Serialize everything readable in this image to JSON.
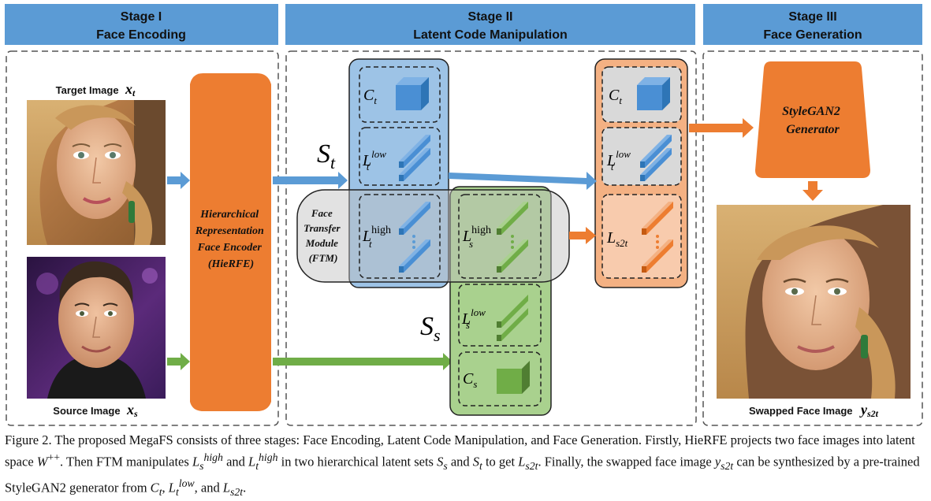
{
  "stages": [
    {
      "title": "Stage I",
      "subtitle": "Face Encoding"
    },
    {
      "title": "Stage II",
      "subtitle": "Latent Code Manipulation"
    },
    {
      "title": "Stage III",
      "subtitle": "Face Generation"
    }
  ],
  "inputs": {
    "target_label": "Target Image",
    "target_symbol": "x",
    "target_sub": "t",
    "source_label": "Source Image",
    "source_symbol": "x",
    "source_sub": "s"
  },
  "encoder": {
    "lines": [
      "Hierarchical",
      "Representation",
      "Face Encoder",
      "(HieRFE)"
    ]
  },
  "ftm": {
    "lines": [
      "Face",
      "Transfer",
      "Module",
      "(FTM)"
    ]
  },
  "sets": {
    "target_symbol": "S",
    "target_sub": "t",
    "source_symbol": "S",
    "source_sub": "s"
  },
  "codes": {
    "ct": {
      "main": "C",
      "sub": "t"
    },
    "lt_low": {
      "main": "L",
      "sup": "low",
      "sub": "t"
    },
    "lt_high": {
      "main": "L",
      "sup": "high",
      "sub": "t"
    },
    "ls_high": {
      "main": "L",
      "sup": "high",
      "sub": "s"
    },
    "ls_low": {
      "main": "L",
      "sup": "low",
      "sub": "s"
    },
    "cs": {
      "main": "C",
      "sub": "s"
    },
    "ls2t": {
      "main": "L",
      "sub": "s2t"
    }
  },
  "generator": {
    "lines": [
      "StyleGAN2",
      "Generator"
    ]
  },
  "output": {
    "label": "Swapped Face Image",
    "symbol": "y",
    "sub": "s2t"
  },
  "caption": {
    "p1": "Figure 2. The proposed MegaFS consists of three stages: Face Encoding, Latent Code Manipulation, and Face Generation. Firstly, HieRFE projects two face images into latent space ",
    "space": "W",
    "space_sup": "++",
    "p2": ". Then FTM manipulates ",
    "p3": " and ",
    "p4": " in two hierarchical latent sets ",
    "p5": " and ",
    "p6": " to get ",
    "p7": ". Finally, the swapped face image ",
    "p8": " can be synthesized by a pre-trained StyleGAN2 generator from ",
    "p9": ", ",
    "p10": ", and ",
    "p11": ".",
    "L": "L",
    "high": "high",
    "low": "low",
    "s": "s",
    "t": "t",
    "S": "S",
    "s2t": "s2t",
    "y": "y",
    "C": "C"
  },
  "colors": {
    "header_blue": "#5b9bd5",
    "arrow_blue": "#5b9bd5",
    "arrow_green": "#70ad47",
    "orange": "#ed7d31",
    "target_panel": "#9dc3e6",
    "source_panel": "#a9d18e",
    "output_panel": "#f4b183",
    "gray_panel": "#d9d9d9"
  }
}
